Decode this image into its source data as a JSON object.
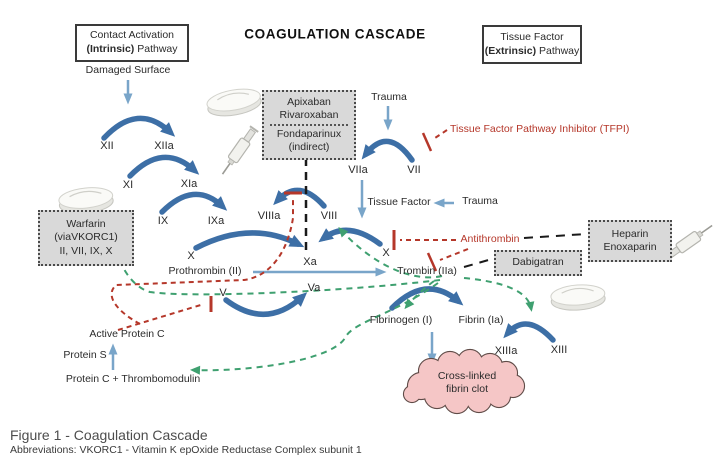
{
  "title": "COAGULATION CASCADE",
  "pathways": {
    "intrinsic": {
      "line1": "Contact Activation",
      "line2_bold": "(Intrinsic)",
      "line2_rest": " Pathway"
    },
    "extrinsic": {
      "line1": "Tissue Factor",
      "line2_bold": "(Extrinsic)",
      "line2_rest": " Pathway"
    }
  },
  "drugs": {
    "factor_xa_inhibitors": {
      "line1": "Apixaban",
      "line2": "Rivaroxaban",
      "line3": "Fondaparinux",
      "line4": "(indirect)"
    },
    "warfarin": {
      "line1": "Warfarin",
      "line2": "(viaVKORC1)",
      "line3": "II, VII, IX, X"
    },
    "heparin": {
      "line1": "Heparin",
      "line2": "Enoxaparin"
    },
    "dabigatran": {
      "label": "Dabigatran"
    }
  },
  "inhibitors": {
    "tfpi": "Tissue Factor Pathway Inhibitor (TFPI)",
    "antithrombin": "Antithrombin"
  },
  "nodes": {
    "damaged_surface": "Damaged Surface",
    "trauma_top": "Trauma",
    "trauma_right": "Trauma",
    "tissue_factor": "Tissue Factor",
    "f12": "XII",
    "f12a": "XIIa",
    "f11": "XI",
    "f11a": "XIa",
    "f9": "IX",
    "f9a": "IXa",
    "f7a": "VIIa",
    "f7": "VII",
    "f8a": "VIIIa",
    "f8": "VIII",
    "f10_left": "X",
    "f10_right": "X",
    "f10a": "Xa",
    "f5": "V",
    "f5a": "Va",
    "prothrombin": "Prothrombin (II)",
    "thrombin": "Trombin (IIa)",
    "fibrinogen": "Fibrinogen (I)",
    "fibrin": "Fibrin (Ia)",
    "f13a": "XIIIa",
    "f13": "XIII",
    "active_protein_c": "Active Protein C",
    "protein_s": "Protein S",
    "protein_c_thrombomodulin": "Protein C + Thrombomodulin"
  },
  "clot": {
    "line1": "Cross-linked",
    "line2": "fibrin clot"
  },
  "caption": {
    "figure": "Figure 1 - Coagulation Cascade",
    "abbreviations": "Abbreviations: VKORC1 - Vitamin K epOxide Reductase Complex subunit 1"
  },
  "legend_colors": {
    "activation_arc": "#3d6fa6",
    "thin_arrow": "#79a5c9",
    "inhibition_dashed_red": "#b5372a",
    "feedback_dashed_green": "#3fa070",
    "drug_line_dashed_black": "#1a1a1a",
    "drug_box_bg": "#d9d9d9",
    "clot_fill": "#f5c6c6"
  }
}
